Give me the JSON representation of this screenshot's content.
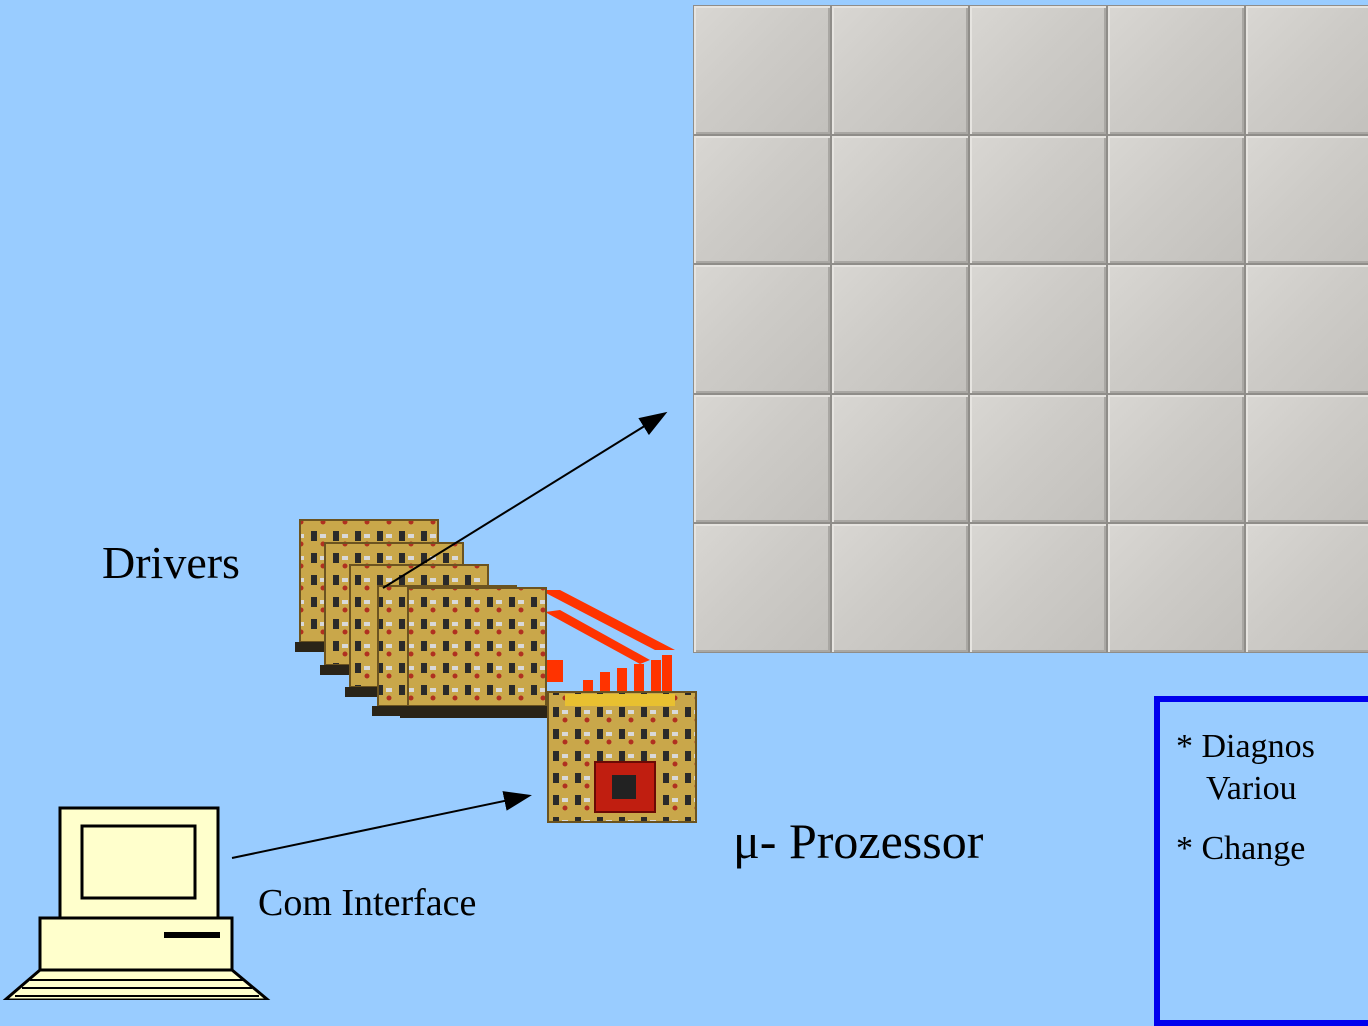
{
  "labels": {
    "drivers": "Drivers",
    "processor": "μ- Prozessor",
    "com_interface": "Com Interface"
  },
  "notes": {
    "line1": "* Diagnos",
    "line1b": "Variou",
    "line2": "* Change"
  },
  "tiles": {
    "rows": 5,
    "cols": 5
  },
  "colors": {
    "background": "#99ccff",
    "arrows": "#000000",
    "connection": "#ff3300",
    "note_border": "#0000ee",
    "pc_fill": "#ffffcc",
    "board": "#c9a74a"
  }
}
